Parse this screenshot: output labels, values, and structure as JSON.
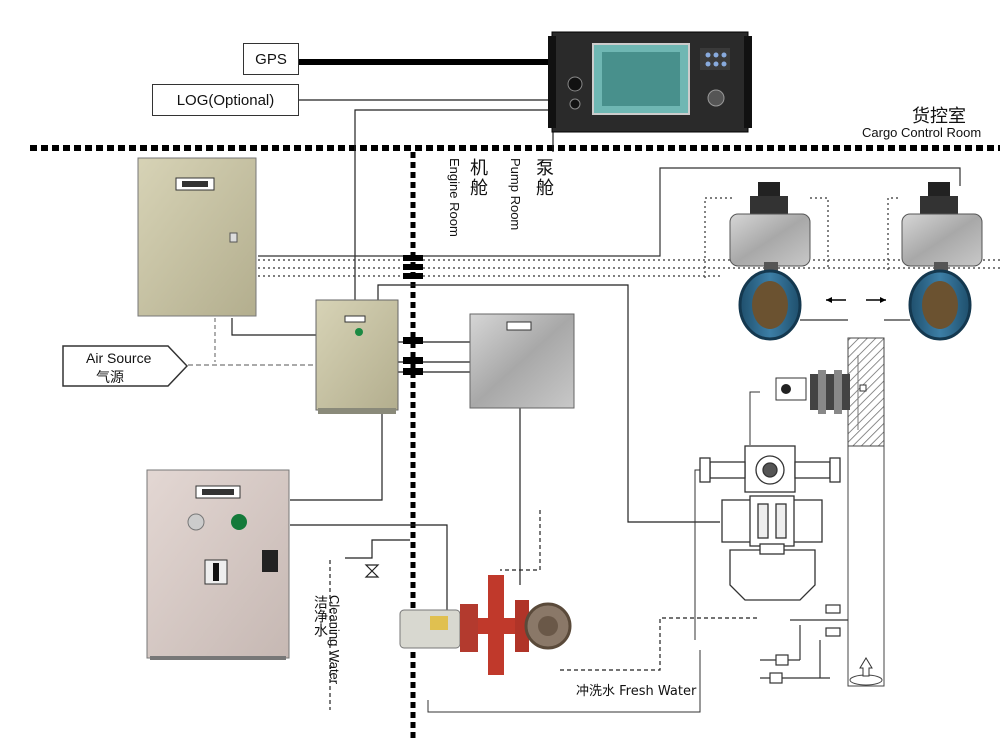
{
  "labels": {
    "gps": "GPS",
    "log": "LOG(Optional)",
    "cargo_control_room_zh": "货控室",
    "cargo_control_room_en": "Cargo Control Room",
    "engine_room_zh": "机舱",
    "engine_room_en": "Engine Room",
    "pump_room_zh": "泵舱",
    "pump_room_en": "Pump Room",
    "air_source_en": "Air Source",
    "air_source_zh": "气源",
    "cleaning_water_zh": "洁净水",
    "cleaning_water_en": "Cleaning Water",
    "fresh_water": "冲洗水 Fresh Water"
  },
  "colors": {
    "cabinet_beige": "#c9c4a4",
    "panel_steel": "#b8b8b8",
    "valve_blue": "#2e6a8e",
    "pump_red": "#c0392b",
    "line": "#222222"
  },
  "icons": {
    "monitor": "display-unit-icon",
    "valve": "butterfly-valve-icon",
    "pump": "pump-icon"
  }
}
